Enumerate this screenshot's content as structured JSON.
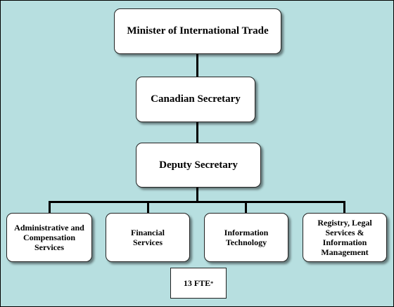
{
  "org_chart": {
    "minister": "Minister of International Trade",
    "canadian_secretary": "Canadian Secretary",
    "deputy_secretary": "Deputy Secretary",
    "divisions": [
      "Administrative and Compensation Services",
      "Financial Services",
      "Information Technology",
      "Registry, Legal Services & Information Management"
    ],
    "fte_note": {
      "value": "13 FTE",
      "asterisk": "*"
    }
  },
  "colors": {
    "background": "#b7dfe0",
    "box_fill": "#ffffff",
    "line": "#000000"
  }
}
